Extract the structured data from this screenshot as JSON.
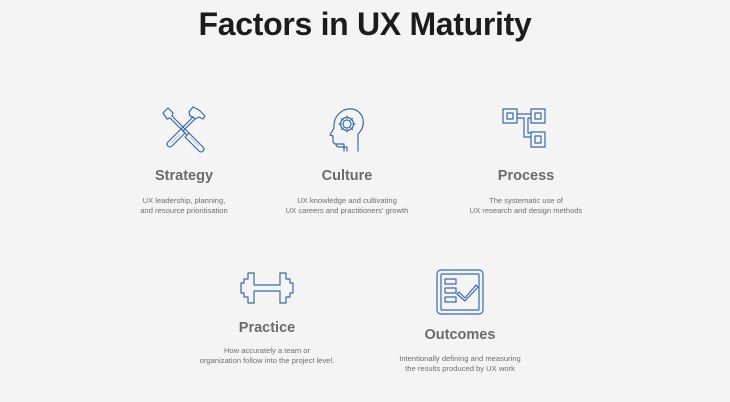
{
  "title": "Factors in UX Maturity",
  "accent_color": "#3a6aa8",
  "factors": [
    {
      "name": "Strategy",
      "icon": "tools-icon",
      "description": "UX leadership, planning,\nand resource prioritisation"
    },
    {
      "name": "Culture",
      "icon": "head-gear-icon",
      "description": "UX knowledge and cultivating\nUX careers and practitioners' growth"
    },
    {
      "name": "Process",
      "icon": "flowchart-icon",
      "description": "The systematic use of\nUX research and design methods"
    },
    {
      "name": "Practice",
      "icon": "dumbbell-icon",
      "description": "How accurately a team or\norganization follow into the project level."
    },
    {
      "name": "Outcomes",
      "icon": "checklist-icon",
      "description": "Intentionally defining and measuring\nthe results produced by UX work"
    }
  ]
}
